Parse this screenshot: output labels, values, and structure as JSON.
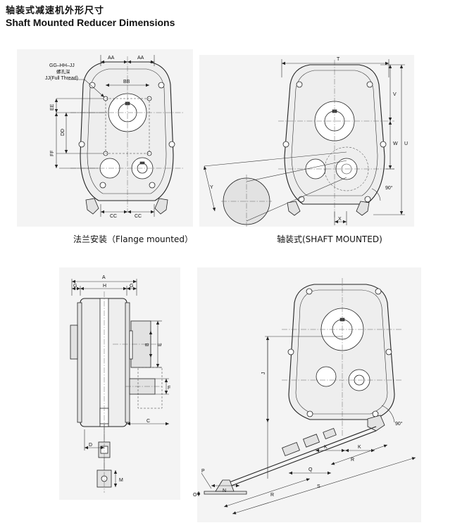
{
  "header": {
    "title_cn": "轴装式减速机外形尺寸",
    "title_en": "Shaft Mounted Reducer Dimensions"
  },
  "figures": {
    "flange": {
      "caption": "法兰安装（Flange mounted）",
      "labels": {
        "aa_left": "AA",
        "aa_right": "AA",
        "bb": "BB",
        "ee": "EE",
        "dd": "DD",
        "ff": "FF",
        "cc_left": "CC",
        "cc_right": "CC",
        "thread_spec": "GG–HH–JJ",
        "thread_cn": "螺孔深",
        "thread_note": "JJ(Full Thread)"
      }
    },
    "shaft": {
      "caption": "轴装式(SHAFT MOUNTED)",
      "labels": {
        "t": "T",
        "v": "V",
        "w": "W",
        "u": "U",
        "y": "Y",
        "x": "X",
        "angle": "90°"
      }
    },
    "side": {
      "labels": {
        "a": "A",
        "g_left": "G",
        "h": "H",
        "g_right": "G",
        "b": "B",
        "e": "E",
        "f": "F",
        "c": "C",
        "d": "D",
        "m": "M"
      }
    },
    "tierod": {
      "labels": {
        "j": "J",
        "angle": "90°",
        "k_left": "K",
        "k_right": "K",
        "q": "Q",
        "r_upper": "R",
        "r_lower": "R",
        "s": "S",
        "p": "P",
        "o": "O",
        "n": "N"
      }
    }
  }
}
